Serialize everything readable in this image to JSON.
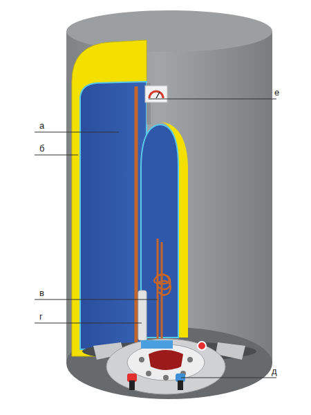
{
  "diagram": {
    "labels": [
      "е",
      "а",
      "б",
      "в",
      "г",
      "д"
    ]
  }
}
